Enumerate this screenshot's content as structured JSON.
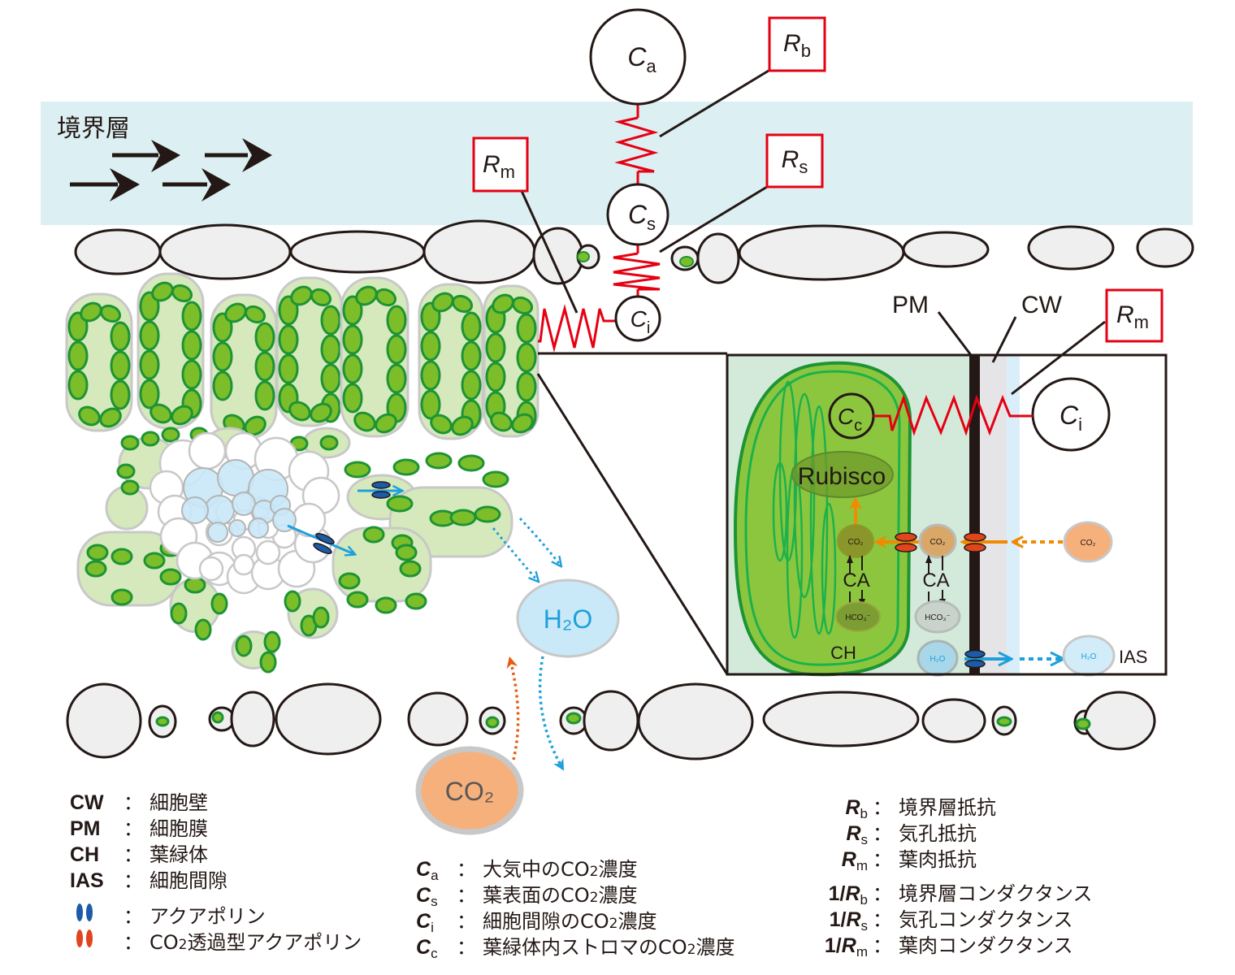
{
  "boundary_layer": {
    "label": "境界層"
  },
  "nodes": {
    "ca": {
      "symbol": "C",
      "sub": "a"
    },
    "cs": {
      "symbol": "C",
      "sub": "s"
    },
    "ci": {
      "symbol": "C",
      "sub": "i"
    },
    "cc": {
      "symbol": "C",
      "sub": "c"
    }
  },
  "resistances": {
    "rb": {
      "symbol": "R",
      "sub": "b"
    },
    "rs": {
      "symbol": "R",
      "sub": "s"
    },
    "rm": {
      "symbol": "R",
      "sub": "m"
    }
  },
  "inset": {
    "pm_label": "PM",
    "cw_label": "CW",
    "rubisco_label": "Rubisco",
    "ch_label": "CH",
    "ias_label": "IAS",
    "ca_enzyme": "CA",
    "co2": "CO₂",
    "hco3": "HCO₃⁻",
    "h2o": "H₂O"
  },
  "leaf": {
    "h2o_label": "H₂O",
    "co2_label": "CO₂"
  },
  "colors": {
    "boundary_layer": "#dceff3",
    "resistor": "#e60012",
    "chloroplast": "#7cbd2a",
    "chloroplast_edge": "#1d9434",
    "mesophyll": "#d6e9bc",
    "cell_outline": "#c8c8c8",
    "epidermis_fill": "#efefef",
    "water": "#c9e8f8",
    "water_arrow": "#1ea0dc",
    "co2_fill": "#f5b07c",
    "co2_arrow": "#f08a00",
    "aquaporin": "#1d5ba8",
    "co2_aquaporin": "#e0451e"
  },
  "legend_left": {
    "items": [
      {
        "key": "CW",
        "desc": "細胞壁"
      },
      {
        "key": "PM",
        "desc": "細胞膜"
      },
      {
        "key": "CH",
        "desc": "葉緑体"
      },
      {
        "key": "IAS",
        "desc": "細胞間隙"
      }
    ],
    "aquaporin": {
      "icon": "blue-aquaporin-icon",
      "desc": "アクアポリン"
    },
    "co2_aquaporin": {
      "icon": "red-aquaporin-icon",
      "desc_pre": "CO",
      "desc_sub": "2",
      "desc_post": "透過型アクアポリン"
    }
  },
  "legend_mid": {
    "items": [
      {
        "sym": "C",
        "sub": "a",
        "pre": "大気中のCO",
        "post": "濃度"
      },
      {
        "sym": "C",
        "sub": "s",
        "pre": "葉表面のCO",
        "post": "濃度"
      },
      {
        "sym": "C",
        "sub": "i",
        "pre": "細胞間隙のCO",
        "post": "濃度"
      },
      {
        "sym": "C",
        "sub": "c",
        "pre": "葉緑体内ストロマのCO",
        "post": "濃度"
      }
    ],
    "co2_sub": "2"
  },
  "legend_right": {
    "resistances": [
      {
        "pre": "",
        "sym": "R",
        "sub": "b",
        "desc": "境界層抵抗"
      },
      {
        "pre": "",
        "sym": "R",
        "sub": "s",
        "desc": "気孔抵抗"
      },
      {
        "pre": "",
        "sym": "R",
        "sub": "m",
        "desc": "葉肉抵抗"
      }
    ],
    "conductances": [
      {
        "pre": "1/",
        "sym": "R",
        "sub": "b",
        "desc": "境界層コンダクタンス"
      },
      {
        "pre": "1/",
        "sym": "R",
        "sub": "s",
        "desc": "気孔コンダクタンス"
      },
      {
        "pre": "1/",
        "sym": "R",
        "sub": "m",
        "desc": "葉肉コンダクタンス"
      }
    ]
  },
  "colon": "："
}
